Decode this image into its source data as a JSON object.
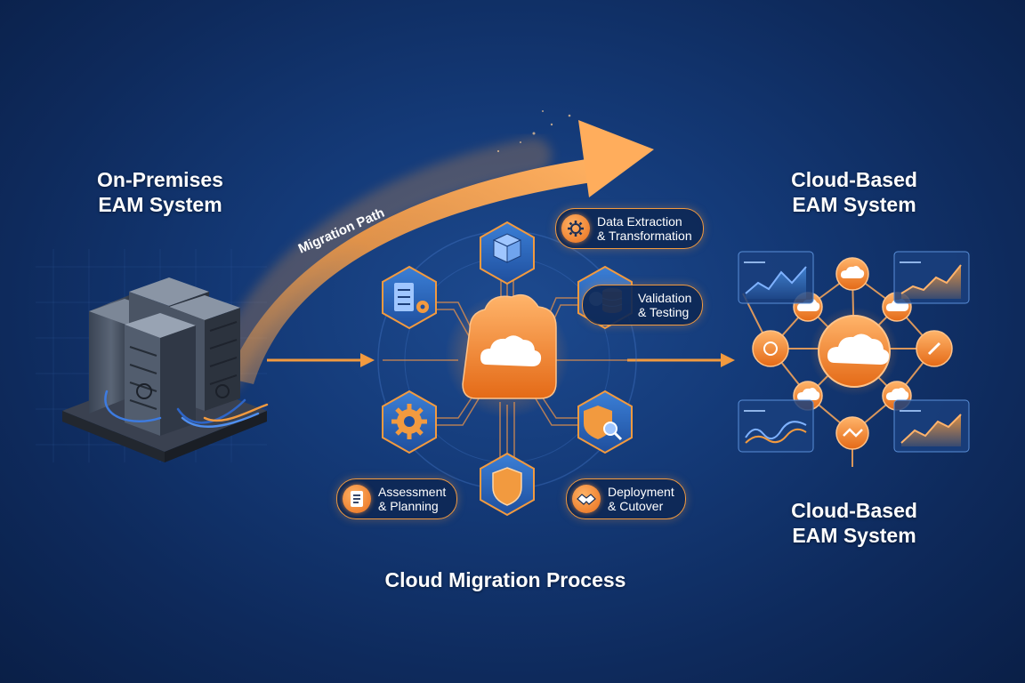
{
  "left": {
    "title_line1": "On-Premises",
    "title_line2": "EAM System"
  },
  "right": {
    "top_line1": "Cloud-Based",
    "top_line2": "EAM System",
    "bottom_line1": "Cloud-Based",
    "bottom_line2": "EAM System"
  },
  "path_label": "Migration Path",
  "process_title": "Cloud Migration Process",
  "steps": [
    {
      "line1": "Data Extraction",
      "line2": "& Transformation",
      "icon": "gear-icon"
    },
    {
      "line1": "Validation",
      "line2": "& Testing",
      "icon": "database-icon"
    },
    {
      "line1": "Assessment",
      "line2": "& Planning",
      "icon": "checklist-icon"
    },
    {
      "line1": "Deployment",
      "line2": "& Cutover",
      "icon": "handshake-icon"
    }
  ],
  "colors": {
    "accent": "#f29a3f",
    "accent_dark": "#e86f1c",
    "background": "#143a78",
    "hex_blue": "#2f6fc6"
  }
}
